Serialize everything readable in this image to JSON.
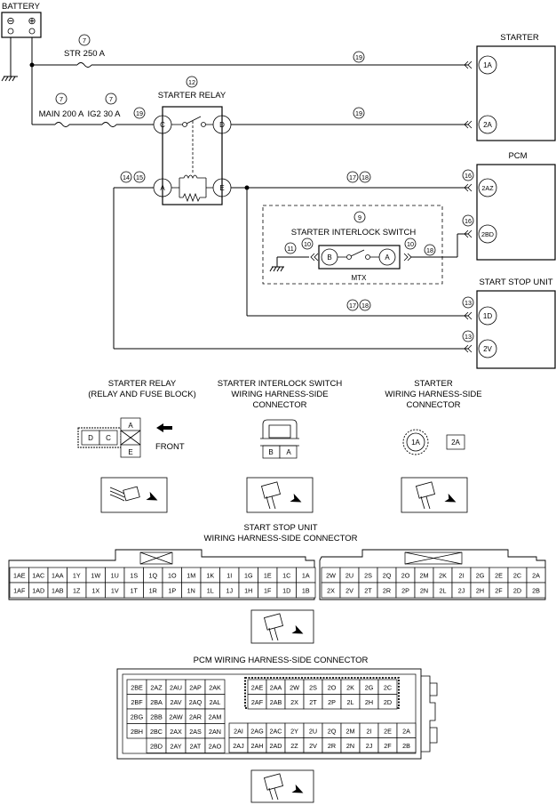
{
  "components": {
    "battery": "BATTERY",
    "battery_minus": "⊖",
    "battery_plus": "⊕",
    "str_fuse": "STR 250 A",
    "main_fuse": "MAIN 200 A",
    "ig2_fuse": "IG2 30 A",
    "starter_relay": "STARTER RELAY",
    "starter": "STARTER",
    "pcm": "PCM",
    "interlock_switch": "STARTER INTERLOCK SWITCH",
    "mtx": "MTX",
    "start_stop_unit": "START STOP UNIT"
  },
  "terminals": {
    "starter_1a": "1A",
    "starter_2a": "2A",
    "pcm_2az": "2AZ",
    "pcm_2bd": "2BD",
    "ssu_1d": "1D",
    "ssu_2v": "2V",
    "relay_c": "C",
    "relay_d": "D",
    "relay_a": "A",
    "relay_e": "E",
    "switch_b": "B",
    "switch_a": "A"
  },
  "refs": {
    "r7": "7",
    "r9": "9",
    "r10": "10",
    "r11": "11",
    "r12": "12",
    "r13": "13",
    "r14": "14",
    "r15": "15",
    "r16": "16",
    "r17": "17",
    "r18": "18",
    "r19": "19"
  },
  "connectors": {
    "relay_title_1": "STARTER RELAY",
    "relay_title_2": "(RELAY AND FUSE BLOCK)",
    "front": "FRONT",
    "switch_title_1": "STARTER INTERLOCK SWITCH",
    "switch_title_2": "WIRING HARNESS-SIDE",
    "switch_title_3": "CONNECTOR",
    "starter_title_1": "STARTER",
    "starter_title_2": "WIRING HARNESS-SIDE",
    "starter_title_3": "CONNECTOR",
    "relay_pins": [
      "A",
      "D",
      "C",
      "E"
    ],
    "switch_pins": [
      "B",
      "A"
    ],
    "starter_pins": [
      "1A",
      "2A"
    ]
  },
  "ssu_connector": {
    "title_1": "START STOP UNIT",
    "title_2": "WIRING HARNESS-SIDE CONNECTOR",
    "left_top": [
      "1AE",
      "1AC",
      "1AA",
      "1Y",
      "1W",
      "1U",
      "1S",
      "1Q",
      "1O",
      "1M",
      "1K",
      "1I",
      "1G",
      "1E",
      "1C",
      "1A"
    ],
    "left_bottom": [
      "1AF",
      "1AD",
      "1AB",
      "1Z",
      "1X",
      "1V",
      "1T",
      "1R",
      "1P",
      "1N",
      "1L",
      "1J",
      "1H",
      "1F",
      "1D",
      "1B"
    ],
    "right_top": [
      "2W",
      "2U",
      "2S",
      "2Q",
      "2O",
      "2M",
      "2K",
      "2I",
      "2G",
      "2E",
      "2C",
      "2A"
    ],
    "right_bottom": [
      "2X",
      "2V",
      "2T",
      "2R",
      "2P",
      "2N",
      "2L",
      "2J",
      "2H",
      "2F",
      "2D",
      "2B"
    ]
  },
  "pcm_connector": {
    "title": "PCM WIRING HARNESS-SIDE CONNECTOR",
    "left_rows": [
      [
        "2BE",
        "2AZ",
        "2AU",
        "2AP",
        "2AK"
      ],
      [
        "2BF",
        "2BA",
        "2AV",
        "2AQ",
        "2AL"
      ],
      [
        "2BG",
        "2BB",
        "2AW",
        "2AR",
        "2AM"
      ],
      [
        "2BH",
        "2BC",
        "2AX",
        "2AS",
        "2AN"
      ],
      [
        "",
        "2BD",
        "2AY",
        "2AT",
        "2AO"
      ]
    ],
    "right_top_rows": [
      [
        "2AE",
        "2AA",
        "2W",
        "2S",
        "2O",
        "2K",
        "2G",
        "2C"
      ],
      [
        "2AF",
        "2AB",
        "2X",
        "2T",
        "2P",
        "2L",
        "2H",
        "2D"
      ]
    ],
    "right_bottom_rows": [
      [
        "2AI",
        "2AG",
        "2AC",
        "2Y",
        "2U",
        "2Q",
        "2M",
        "2I",
        "2E",
        "2A"
      ],
      [
        "2AJ",
        "2AH",
        "2AD",
        "2Z",
        "2V",
        "2R",
        "2N",
        "2J",
        "2F",
        "2B"
      ]
    ]
  }
}
